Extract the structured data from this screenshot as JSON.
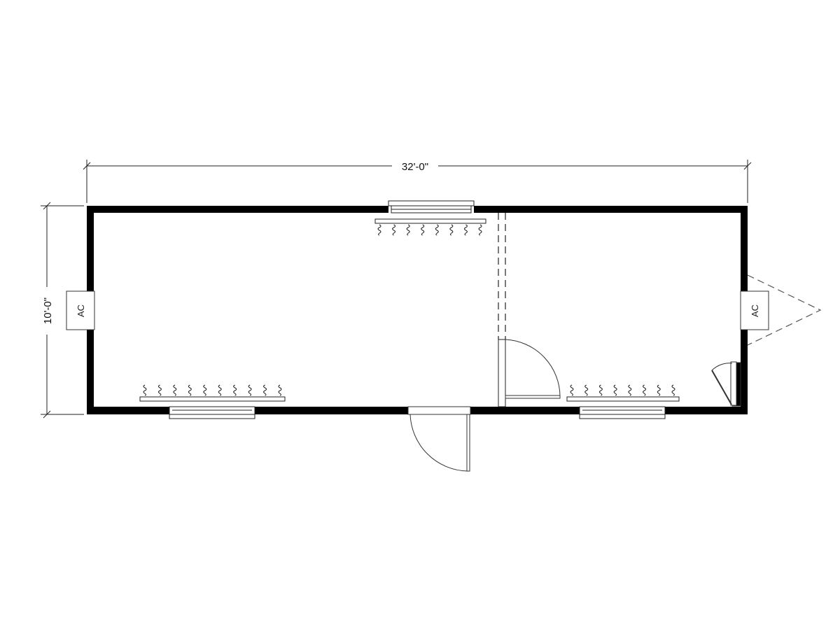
{
  "title": "Floor plan",
  "dimensions": {
    "length": "32'-0\"",
    "width": "10'-0\""
  },
  "ac_units": [
    {
      "label": "AC",
      "side": "left"
    },
    {
      "label": "AC",
      "side": "right"
    }
  ],
  "heaters": [
    {
      "location": "top-center",
      "elements": 8
    },
    {
      "location": "bottom-left",
      "elements": 10
    },
    {
      "location": "bottom-right",
      "elements": 8
    }
  ],
  "windows": 3,
  "doors": 3
}
